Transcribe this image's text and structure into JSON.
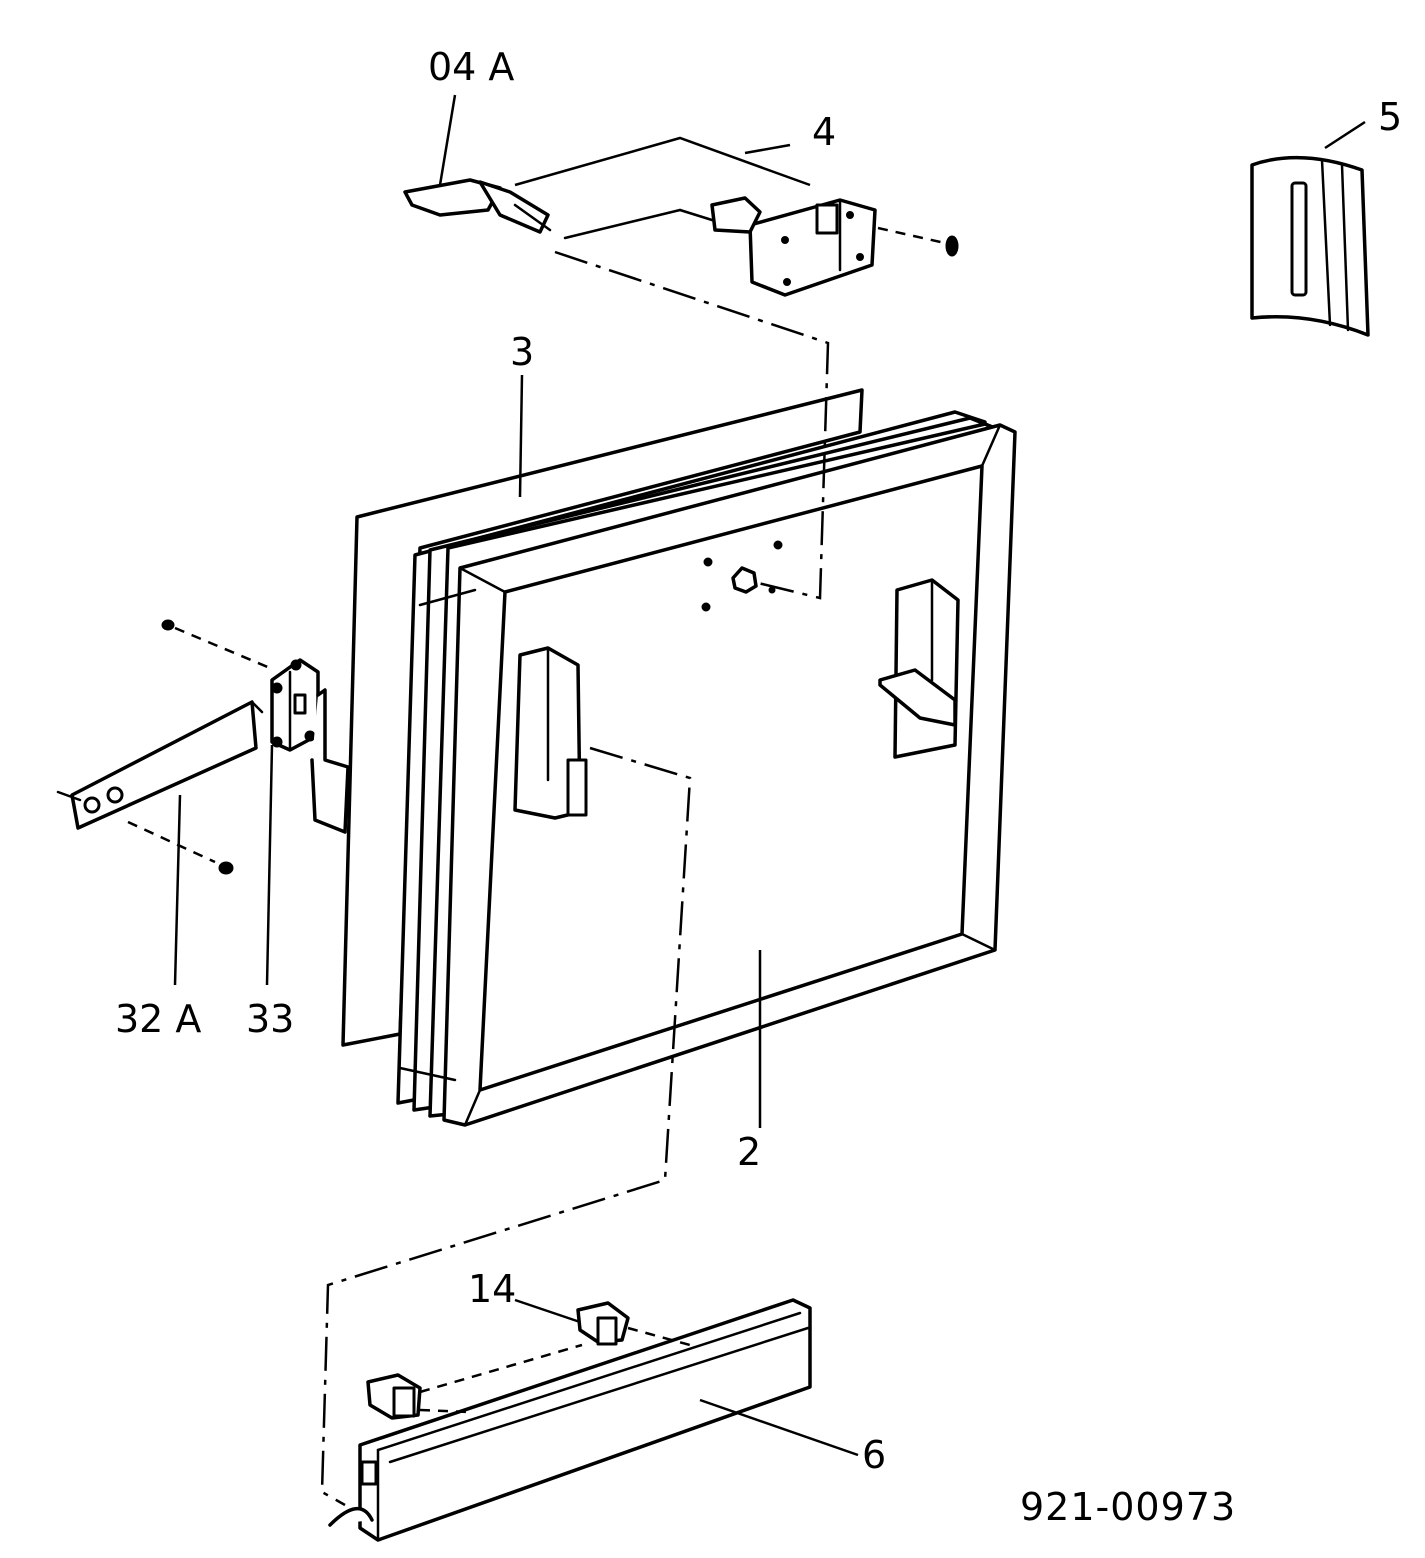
{
  "labels": {
    "part_04a": "04 A",
    "part_4": "4",
    "part_5": "5",
    "part_3": "3",
    "part_2": "2",
    "part_32a": "32 A",
    "part_33": "33",
    "part_14": "14",
    "part_6": "6"
  },
  "drawing_code": "921-00973"
}
